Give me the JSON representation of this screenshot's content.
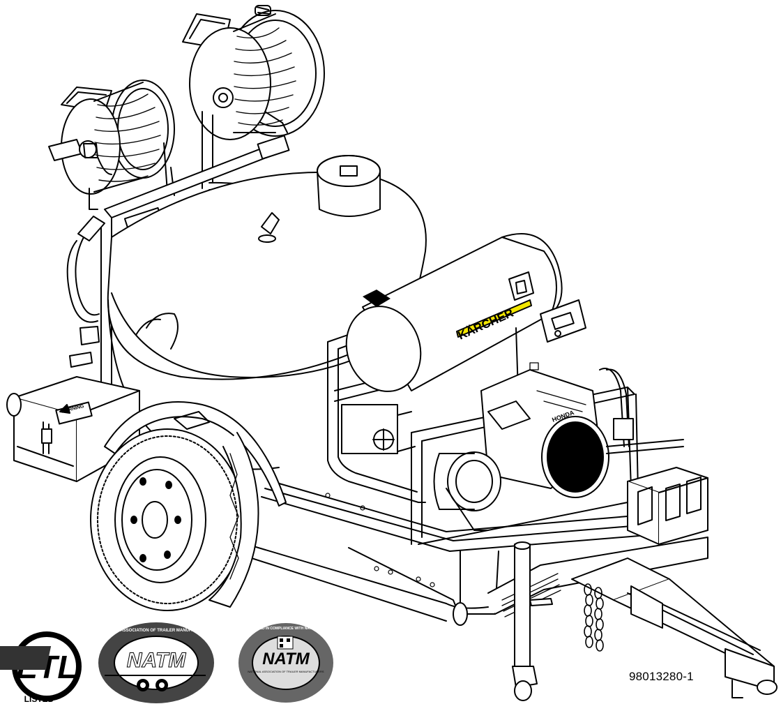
{
  "figure": {
    "brand_text": "KÄRCHER",
    "engine_brand_text": "HONDA",
    "warning_label_text": "WARNING",
    "part_number": "98013280-1"
  },
  "logos": {
    "etl": {
      "mark": "ETL",
      "caption": "LISTED"
    },
    "natm_member": {
      "mark": "NATM",
      "ring_text": "NATIONAL ASSOCIATION OF TRAILER MANUFACTURERS"
    },
    "natm_compliance": {
      "mark": "NATM",
      "ring_text": "MANUFACTURED IN COMPLIANCE WITH NATM GUIDELINES",
      "inner_text": "NATIONAL ASSOCIATION OF TRAILER MANUFACTURERS"
    }
  },
  "colors": {
    "line": "#000000",
    "background": "#ffffff",
    "brand_stripe": "#f2e600",
    "logo_gray": "#666666"
  }
}
